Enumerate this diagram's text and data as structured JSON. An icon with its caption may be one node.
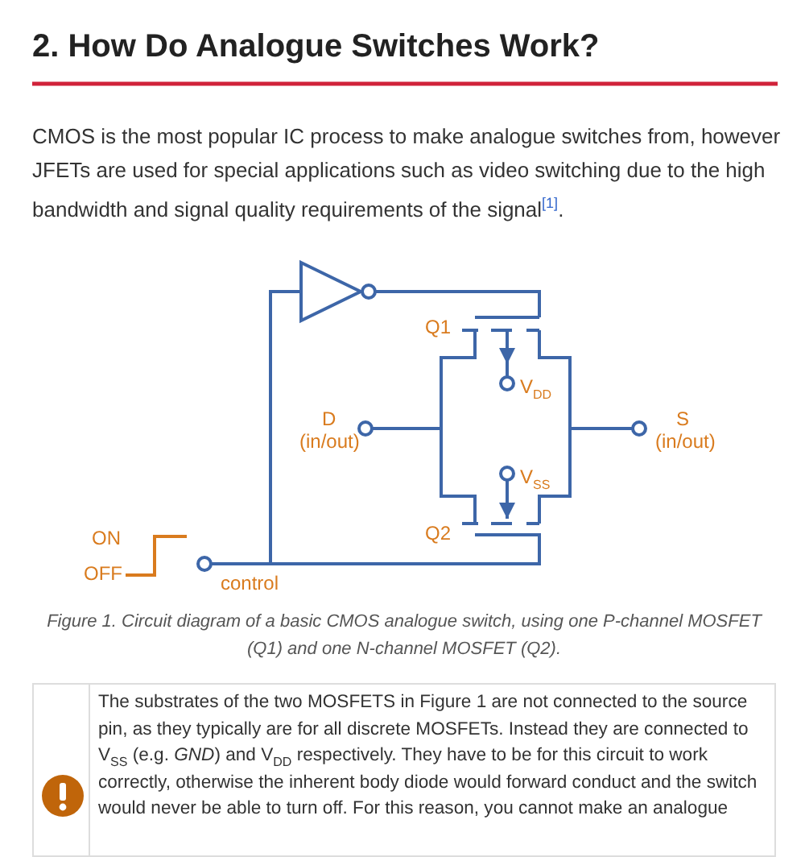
{
  "diagram": {
    "title": "2. How Do Analogue Switches Work?",
    "caption": "Figure 1. Circuit diagram of a basic CMOS analogue switch, using one P-channel MOSFET (Q1) and one N-channel MOSFET (Q2).",
    "nodes": [
      {
        "text": [
          "The substrates of the two MOSFETS in Figure 1 are not connected to the source pin, as they typically are for all discrete MOSFETs. Instead they are connected to V$_{SS}$ (e.g. *GND*) and V$_{DD}$ respectively. They have to be for this circuit to work correctly, otherwise the inherent body diode would forward conduct and the switch would never be able to turn off. For this reason, you cannot make an analogue"
        ]
      }
    ],
    "labels": [
      "CMOS is the most popular IC process to make analogue switches from, however JFETs are used for special applications such as video switching due to the high bandwidth and signal quality requirements of the signal$^{[1]}$.",
      "Q1",
      "V$_{DD}$",
      "D",
      "(in/out)",
      "S",
      "(in/out)",
      "V$_{SS}$",
      "ON",
      "Q2",
      "OFF",
      "control"
    ]
  }
}
